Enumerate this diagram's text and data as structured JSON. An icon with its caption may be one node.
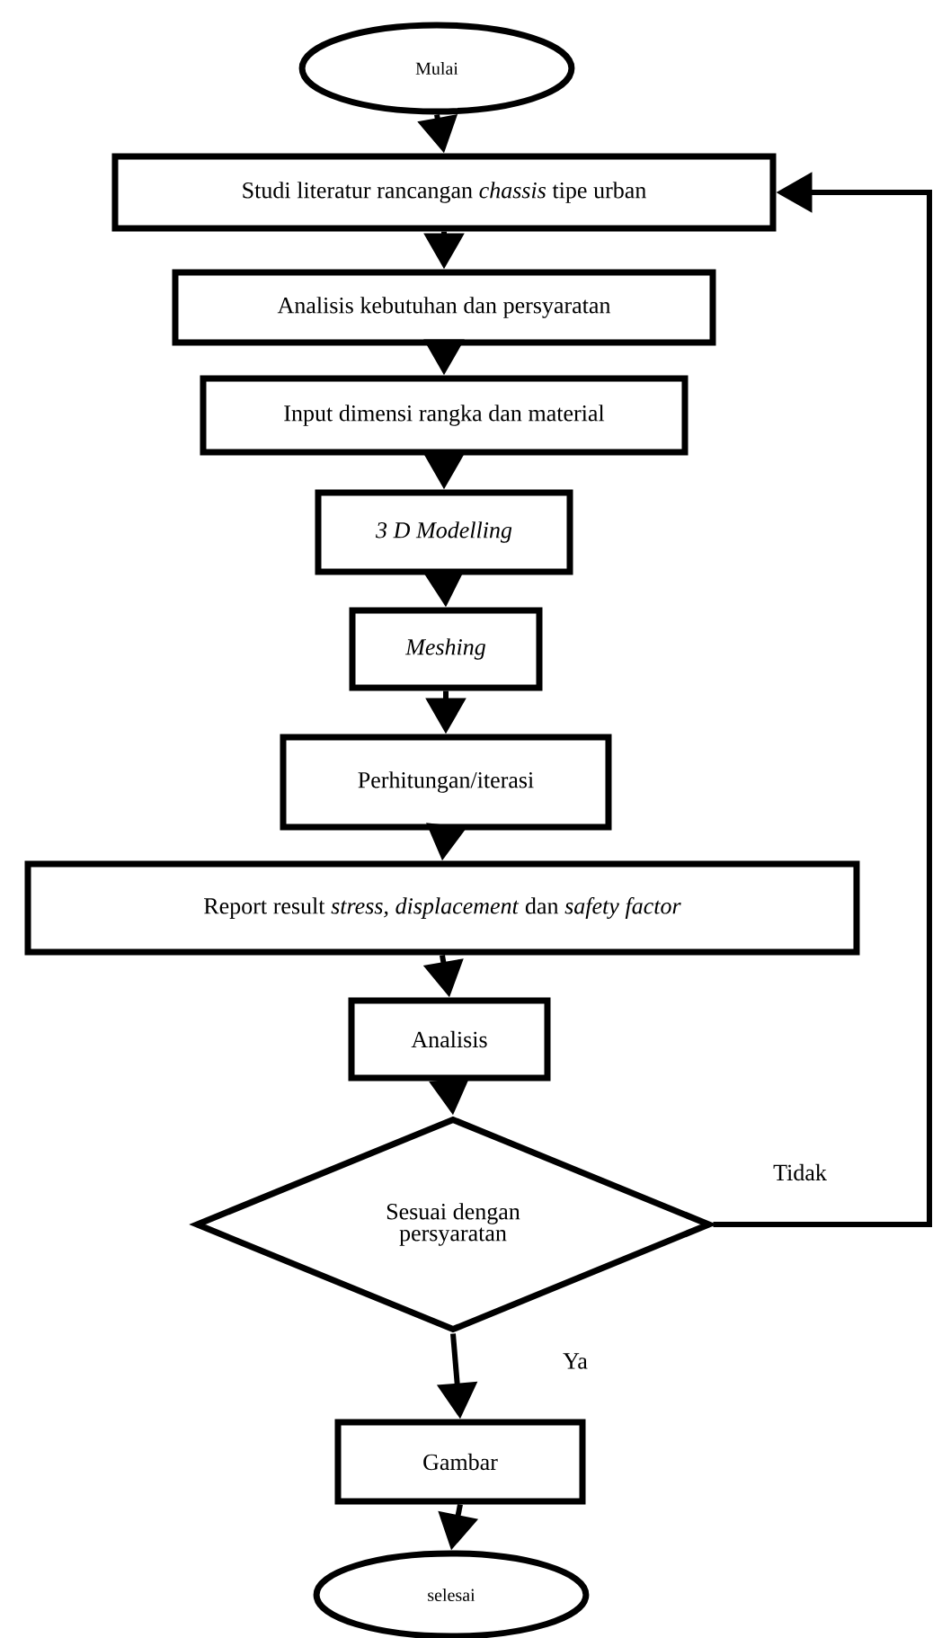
{
  "diagram": {
    "nodes": [
      {
        "text": [
          "Mulai"
        ]
      },
      {
        "text": [
          "Studi literatur rancangan *chassis* tipe urban"
        ]
      },
      {
        "text": [
          "Analisis kebutuhan dan persyaratan"
        ]
      },
      {
        "text": [
          "Input dimensi rangka dan material"
        ]
      },
      {
        "text": [
          "*3 D Modelling*"
        ]
      },
      {
        "text": [
          "*Meshing*"
        ]
      },
      {
        "text": [
          "Perhitungan/iterasi"
        ]
      },
      {
        "text": [
          "Report result *stress, displacement* dan *safety factor*"
        ]
      },
      {
        "text": [
          "Analisis"
        ]
      },
      {
        "text": [
          "Sesuai dengan persyaratan"
        ]
      },
      {
        "text": [
          "Gambar"
        ]
      },
      {
        "text": [
          "selesai"
        ]
      }
    ],
    "edges": [
      {
        "from": 0,
        "to": 1,
        "arrow": "to"
      },
      {
        "from": 1,
        "to": 2,
        "arrow": "to"
      },
      {
        "from": 2,
        "to": 3,
        "arrow": "to"
      },
      {
        "from": 3,
        "to": 4,
        "arrow": "to"
      },
      {
        "from": 4,
        "to": 5,
        "arrow": "to"
      },
      {
        "from": 5,
        "to": 6,
        "arrow": "to"
      },
      {
        "from": 6,
        "to": 7,
        "arrow": "to"
      },
      {
        "from": 7,
        "to": 8,
        "arrow": "to"
      },
      {
        "from": 8,
        "to": 9,
        "arrow": "to"
      },
      {
        "from": 9,
        "to": 10,
        "arrow": "to",
        "label": "Ya"
      },
      {
        "from": 9,
        "to": 1,
        "arrow": "to",
        "label": "Tidak"
      },
      {
        "from": 10,
        "to": 11,
        "arrow": "to"
      }
    ]
  }
}
